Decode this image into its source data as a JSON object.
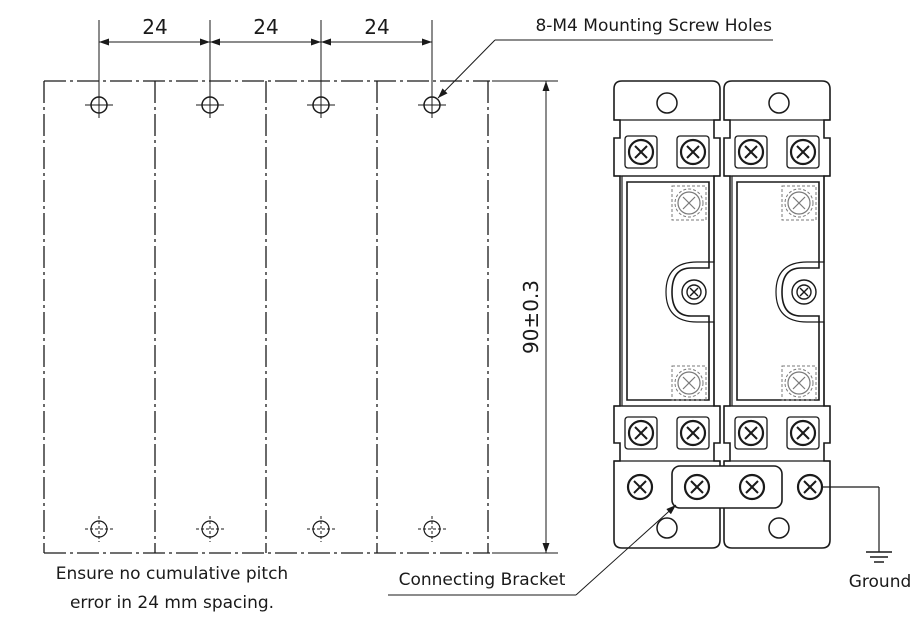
{
  "dimensions": {
    "pitch_1": "24",
    "pitch_2": "24",
    "pitch_3": "24",
    "height": "90±0.3"
  },
  "callouts": {
    "holes": "8-M4 Mounting Screw Holes",
    "bracket": "Connecting Bracket",
    "ground": "Ground"
  },
  "notes": {
    "line1": "Ensure no cumulative pitch",
    "line2": "error in 24 mm spacing."
  },
  "colors": {
    "line": "#1a1a1a",
    "hidden": "#7a7a7a"
  }
}
